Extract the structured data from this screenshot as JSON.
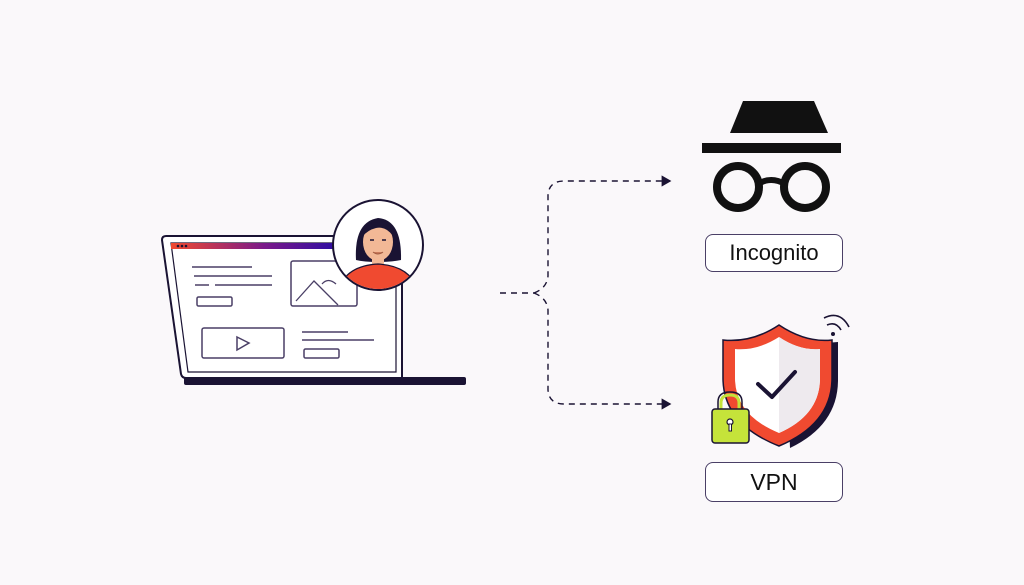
{
  "diagram": {
    "source": {
      "kind": "laptop-with-user",
      "window_dots": 3
    },
    "branches": [
      {
        "id": "incognito",
        "label": "Incognito",
        "icon": "incognito-icon"
      },
      {
        "id": "vpn",
        "label": "VPN",
        "icon": "vpn-shield-icon"
      }
    ]
  },
  "colors": {
    "background": "#faf8fa",
    "ink": "#1a1333",
    "accent_red": "#f04a30",
    "accent_purple": "#3a0ca3",
    "lock_green": "#c5e33a",
    "skin": "#f2b896",
    "hair": "#1a1333"
  }
}
